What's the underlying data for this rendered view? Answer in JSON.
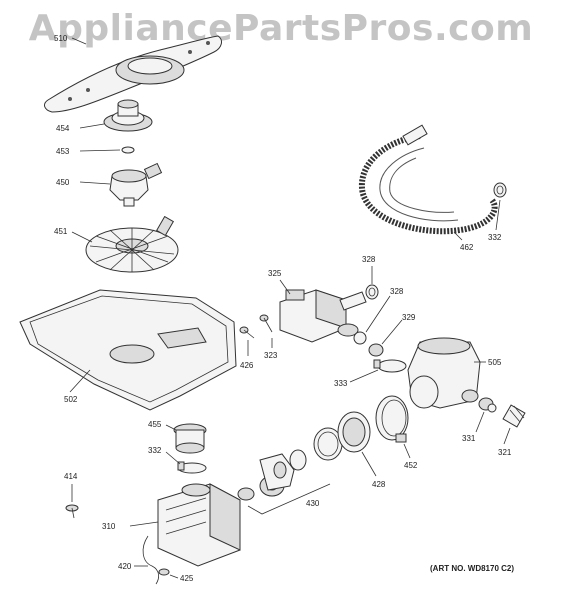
{
  "watermark": "AppliancePartsPros.com",
  "art_number": "(ART NO. WD8170 C2)",
  "labels": {
    "l510": "510",
    "l454": "454",
    "l453": "453",
    "l450": "450",
    "l451": "451",
    "l502": "502",
    "l455": "455",
    "l332a": "332",
    "l414": "414",
    "l310": "310",
    "l420": "420",
    "l425": "425",
    "l430": "430",
    "l428": "428",
    "l452": "452",
    "l331": "331",
    "l321": "321",
    "l333": "333",
    "l505": "505",
    "l329": "329",
    "l328a": "328",
    "l328b": "328",
    "l325": "325",
    "l323": "323",
    "l426": "426",
    "l462": "462",
    "l332b": "332"
  }
}
